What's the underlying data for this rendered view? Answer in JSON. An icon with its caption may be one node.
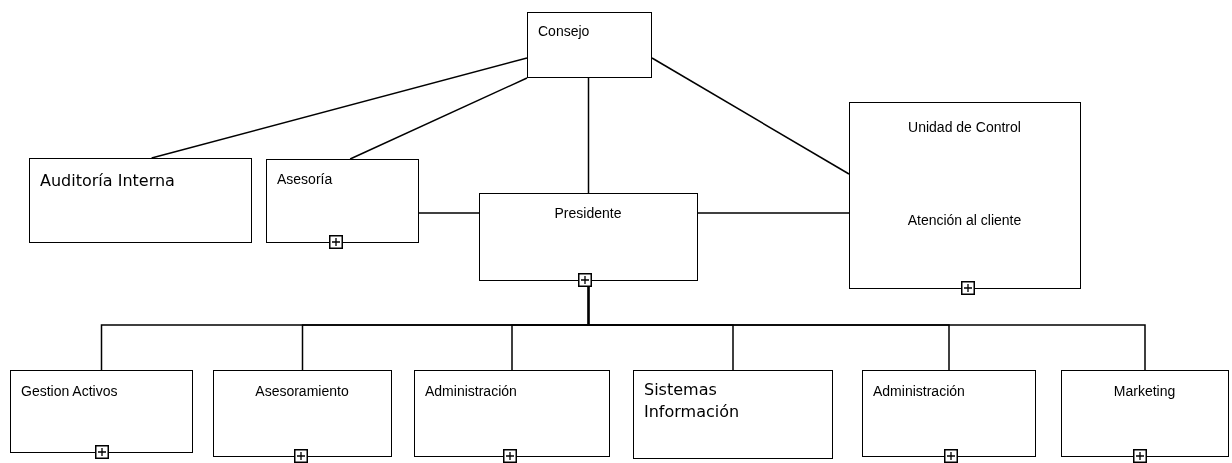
{
  "diagram": {
    "nodes": [
      {
        "text": [
          "Consejo"
        ]
      },
      {
        "text": [
          "Auditoría Interna"
        ]
      },
      {
        "text": [
          "Asesoría"
        ]
      },
      {
        "text": [
          "Presidente"
        ]
      },
      {
        "text": [
          "Unidad de Control",
          "Atención al cliente"
        ]
      },
      {
        "text": [
          "Gestion Activos"
        ]
      },
      {
        "text": [
          "Asesoramiento"
        ]
      },
      {
        "text": [
          "Administración"
        ]
      },
      {
        "text": [
          "Sistemas Información"
        ]
      },
      {
        "text": [
          "Administración"
        ]
      },
      {
        "text": [
          "Marketing"
        ]
      }
    ],
    "edges": [
      {
        "from": 0,
        "to": 1,
        "arrow": "none"
      },
      {
        "from": 0,
        "to": 2,
        "arrow": "none"
      },
      {
        "from": 0,
        "to": 3,
        "arrow": "none"
      },
      {
        "from": 0,
        "to": 4,
        "arrow": "none"
      },
      {
        "from": 2,
        "to": 3,
        "arrow": "none"
      },
      {
        "from": 3,
        "to": 4,
        "arrow": "none"
      },
      {
        "from": 3,
        "to": 5,
        "arrow": "none"
      },
      {
        "from": 3,
        "to": 6,
        "arrow": "none"
      },
      {
        "from": 3,
        "to": 7,
        "arrow": "none"
      },
      {
        "from": 3,
        "to": 8,
        "arrow": "none"
      },
      {
        "from": 3,
        "to": 9,
        "arrow": "none"
      },
      {
        "from": 3,
        "to": 10,
        "arrow": "none"
      }
    ]
  }
}
